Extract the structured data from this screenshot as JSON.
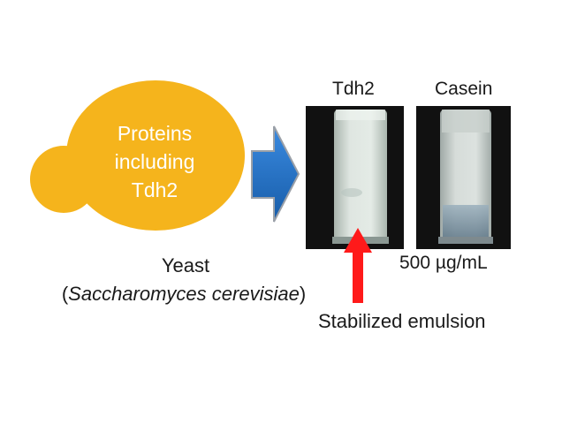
{
  "yeast": {
    "cell_lines": [
      "Proteins",
      "including",
      "Tdh2"
    ],
    "name": "Yeast",
    "species_open": "(",
    "species": "Saccharomyces cerevisiae",
    "species_close": ")"
  },
  "tubes": [
    {
      "label": "Tdh2"
    },
    {
      "label": "Casein"
    }
  ],
  "concentration": "500 µg/mL",
  "result": "Stabilized emulsion",
  "colors": {
    "yeast_fill": "#f5b41c",
    "arrow_blue": "#1f6fc2",
    "arrow_red": "#ff1a1a",
    "photo_bg": "#111111"
  }
}
